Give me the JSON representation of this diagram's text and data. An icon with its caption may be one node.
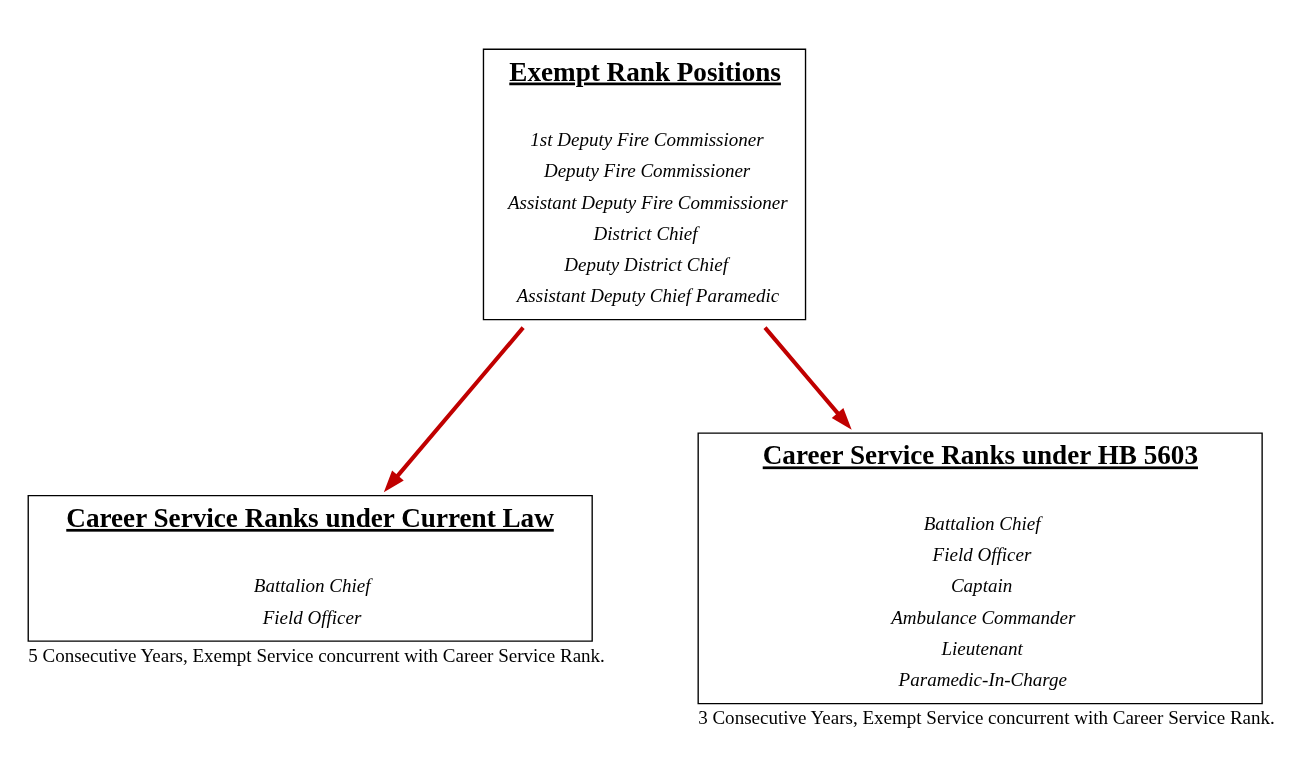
{
  "diagram": {
    "nodes": [
      {
        "text": [
          "Exempt Rank Positions",
          "1st Deputy Fire Commissioner",
          "Deputy Fire Commissioner",
          "Assistant Deputy Fire Commissioner",
          "District Chief",
          "Deputy District Chief",
          "Assistant Deputy Chief Paramedic"
        ]
      },
      {
        "text": [
          "Career Service Ranks under Current Law",
          "Battalion Chief",
          "Field Officer"
        ],
        "beside": [
          "5 Consecutive Years, Exempt Service concurrent with Career Service Rank."
        ]
      },
      {
        "text": [
          "Career Service Ranks under HB 5603",
          "Battalion Chief",
          "Field Officer",
          "Captain",
          "Ambulance Commander",
          "Lieutenant",
          "Paramedic-In-Charge"
        ],
        "beside": [
          "3 Consecutive Years, Exempt Service concurrent with Career Service Rank."
        ]
      }
    ],
    "edges": [
      {
        "from": 0,
        "to": 1,
        "arrow": "to",
        "color": "#c00000"
      },
      {
        "from": 0,
        "to": 2,
        "arrow": "to",
        "color": "#c00000"
      }
    ]
  }
}
